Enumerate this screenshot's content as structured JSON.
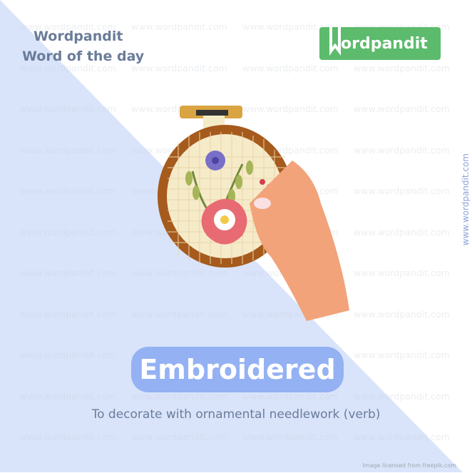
{
  "header": {
    "brand": "Wordpandit",
    "subtitle": "Word of the day"
  },
  "logo": {
    "text": "ordpandit",
    "full": "Wordpandit"
  },
  "watermark": {
    "text": "www.wordpandit.com",
    "vertical": "www.wordpandit.com"
  },
  "word": {
    "term": "Embroidered",
    "definition": "To decorate with ornamental needlework (verb)"
  },
  "credit": "Image licensed from freepik.com",
  "colors": {
    "accent": "#94b1f3",
    "logo": "#5cbb6c",
    "text": "#6b7c99",
    "bg": "#d9e4fb"
  }
}
